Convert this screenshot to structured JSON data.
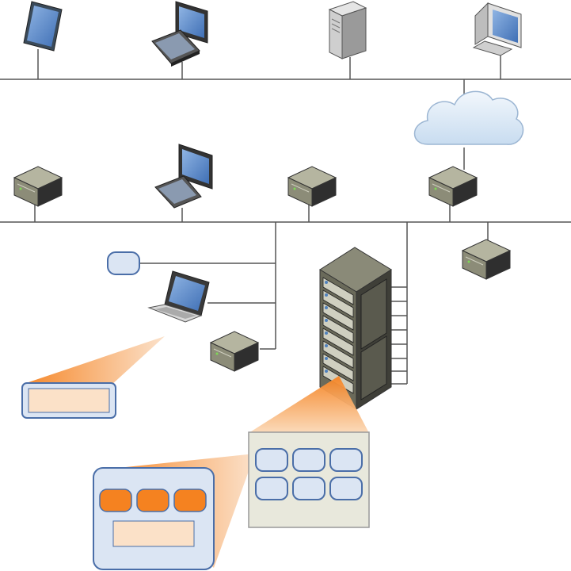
{
  "diagram": {
    "colors": {
      "background": "#ffffff",
      "bus_line": "#555555",
      "device_body": "#8c8c78",
      "device_top": "#b5b5a0",
      "device_dark": "#444444",
      "screen": "#4f81bd",
      "cloud": "#dde9f5",
      "cloud_stroke": "#9cb6d3",
      "rack_body": "#4a4a42",
      "rack_front": "#6a6a5a",
      "highlight_orange": "#f58220",
      "panel_blue_fill": "#dbe5f3",
      "panel_blue_stroke": "#4a6ea8",
      "panel_peach": "#fbe1c8",
      "panel_beige": "#e8e8dc"
    },
    "nodes": [
      {
        "id": "tablet",
        "icon": "tablet-icon"
      },
      {
        "id": "workstation-top",
        "icon": "desktop-computer-icon"
      },
      {
        "id": "tower-server",
        "icon": "tower-server-icon"
      },
      {
        "id": "crt-pc",
        "icon": "crt-monitor-icon"
      },
      {
        "id": "cloud",
        "icon": "cloud-icon"
      },
      {
        "id": "box-1",
        "icon": "network-appliance-icon"
      },
      {
        "id": "workstation-mid",
        "icon": "desktop-computer-icon"
      },
      {
        "id": "box-2",
        "icon": "network-appliance-icon"
      },
      {
        "id": "box-3",
        "icon": "network-appliance-icon"
      },
      {
        "id": "box-4",
        "icon": "network-appliance-icon"
      },
      {
        "id": "small-node",
        "icon": "rounded-node-icon"
      },
      {
        "id": "laptop",
        "icon": "laptop-icon"
      },
      {
        "id": "box-5",
        "icon": "network-appliance-icon"
      },
      {
        "id": "server-rack",
        "icon": "server-rack-icon"
      },
      {
        "id": "laptop-detail",
        "icon": "detail-panel-icon"
      },
      {
        "id": "rack-detail",
        "icon": "detail-panel-icon"
      },
      {
        "id": "module-detail",
        "icon": "detail-panel-icon"
      }
    ]
  }
}
